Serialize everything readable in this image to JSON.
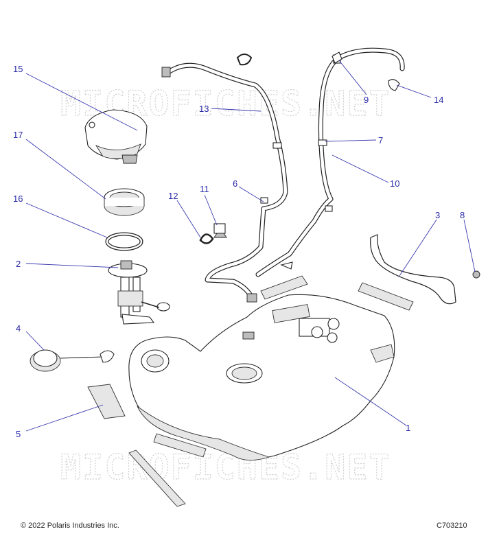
{
  "watermark": "MICROFICHES.NET",
  "callouts": {
    "c1": "1",
    "c2": "2",
    "c3": "3",
    "c4": "4",
    "c5": "5",
    "c6": "6",
    "c7": "7",
    "c8": "8",
    "c9": "9",
    "c10": "10",
    "c11": "11",
    "c12": "12",
    "c13": "13",
    "c14": "14",
    "c15": "15",
    "c16": "16",
    "c17": "17"
  },
  "footer": {
    "copyright": "© 2022 Polaris Industries Inc.",
    "figure_code": "C703210"
  },
  "colors": {
    "callout": "#2a2aa8",
    "line_art": "#222222",
    "watermark": "#cfcfcf"
  }
}
